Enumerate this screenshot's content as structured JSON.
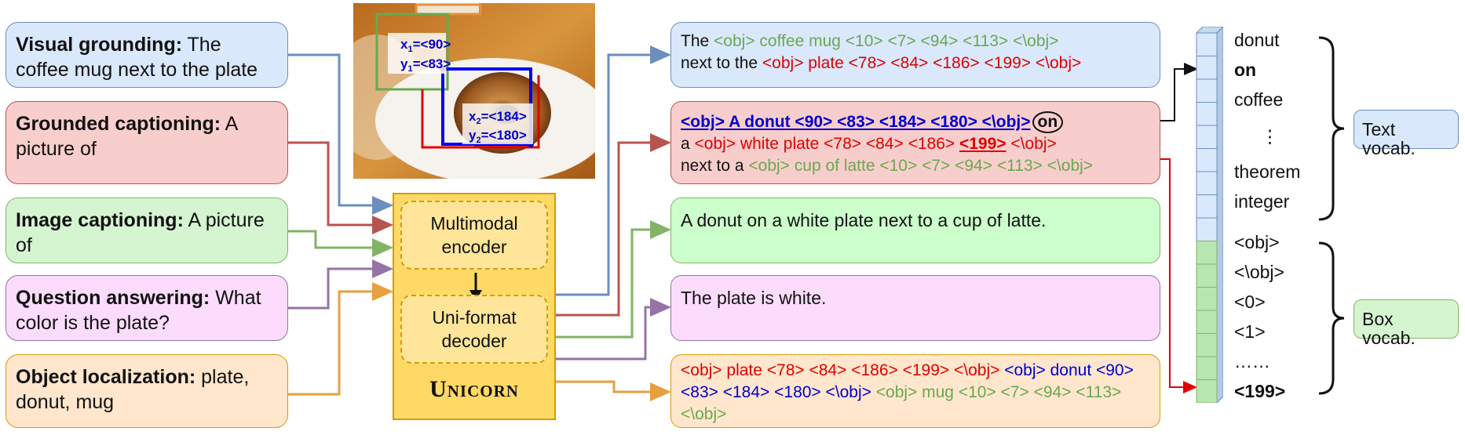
{
  "tasks": [
    {
      "title": "Visual grounding:",
      "text": " The coffee mug next to the plate"
    },
    {
      "title": "Grounded captioning:",
      "text": " A picture of"
    },
    {
      "title": "Image captioning:",
      "text": " A picture of"
    },
    {
      "title": "Question answering:",
      "text": " What color is the plate?"
    },
    {
      "title": "Object localization:",
      "text": " plate, donut, mug"
    }
  ],
  "photo": {
    "x1": "x",
    "x1_sub": "1",
    "x1_val": "=<90>",
    "y1": "y",
    "y1_sub": "1",
    "y1_val": "=<83>",
    "x2": "x",
    "x2_sub": "2",
    "x2_val": "=<184>",
    "y2": "y",
    "y2_sub": "2",
    "y2_val": "=<180>"
  },
  "model": {
    "encoder": "Multimodal encoder",
    "decoder": "Uni-format decoder",
    "name": "Unicorn"
  },
  "outputs": {
    "grounding": {
      "p1": "The ",
      "p2": "<obj> coffee mug <10> <7> <94> <113> <\\obj>",
      "p3": "next to the ",
      "p4": "<obj> plate <78> <84> <186> <199> <\\obj>"
    },
    "captioning": {
      "p1": "<obj> A donut <90> <83> <184> <180> <\\obj>",
      "p2": "on",
      "p3": "a ",
      "p4": "<obj> white plate <78> <84> <186> ",
      "p5": "<199>",
      "p6": " <\\obj>",
      "p7": "next to a ",
      "p8": "<obj> cup of latte <10> <7> <94> <113> <\\obj>"
    },
    "image_caption": "A donut on a white plate next to a cup of latte.",
    "answer": "The plate is white.",
    "localization": {
      "p1": "<obj> plate <78> <84> <186> <199> <\\obj> ",
      "p2": "<obj> donut <90> <83> <184> <180> <\\obj> ",
      "p3": "<obj> mug <10> <7> <94> <113> <\\obj>"
    }
  },
  "vocab": {
    "text_words": [
      "donut",
      "on",
      "coffee",
      "⋮",
      "theorem",
      "integer"
    ],
    "box_words": [
      "<obj>",
      "<\\obj>",
      "<0>",
      "<1>",
      "……",
      "<199>"
    ],
    "text_label": "Text vocab.",
    "box_label": "Box vocab."
  },
  "colors": {
    "blue_arrow": "#6c8ebf",
    "red_arrow": "#b85450",
    "green_arrow": "#82b366",
    "pink_arrow": "#9673a6",
    "orange_arrow": "#e6a040"
  }
}
